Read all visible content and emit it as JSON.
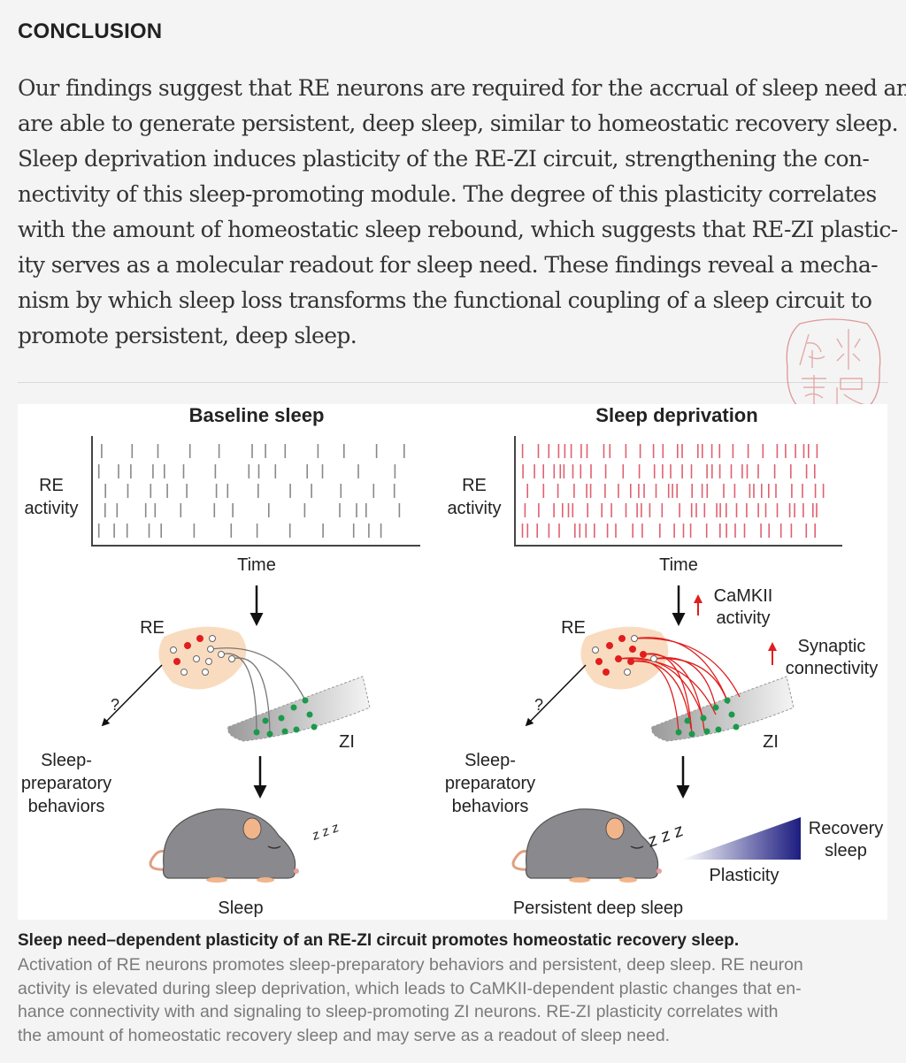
{
  "heading": "CONCLUSION",
  "paragraph_lines": [
    "Our findings suggest that RE neurons are required for the accrual of sleep need and",
    "are able to generate persistent, deep sleep, similar to homeostatic recovery sleep.",
    "Sleep deprivation induces plasticity of the RE-ZI circuit, strengthening the con-",
    "nectivity of this sleep-promoting module. The degree of this plasticity correlates",
    "with the amount of homeostatic sleep rebound, which suggests that RE-ZI plastic-",
    "ity serves as a molecular readout for sleep need. These findings reveal a mecha-",
    "nism by which sleep loss transforms the functional coupling of a sleep circuit to",
    "promote persistent, deep sleep."
  ],
  "figure": {
    "left": {
      "title": "Baseline sleep",
      "ylabel": [
        "RE",
        "activity"
      ],
      "xlabel": "Time",
      "re_label": "RE",
      "zi_label": "ZI",
      "question": "?",
      "behaviors": [
        "Sleep-",
        "preparatory",
        "behaviors"
      ],
      "zzz": "z z z",
      "outcome": "Sleep",
      "spike_color": "#888888"
    },
    "right": {
      "title": "Sleep deprivation",
      "ylabel": [
        "RE",
        "activity"
      ],
      "xlabel": "Time",
      "re_label": "RE",
      "zi_label": "ZI",
      "question": "?",
      "behaviors": [
        "Sleep-",
        "preparatory",
        "behaviors"
      ],
      "camkii": [
        "CaMKII",
        "activity"
      ],
      "synaptic": [
        "Synaptic",
        "connectivity"
      ],
      "recovery": [
        "Recovery",
        "sleep"
      ],
      "plasticity": "Plasticity",
      "zzz": "z z z",
      "outcome": "Persistent deep sleep",
      "spike_color": "#e06070"
    },
    "colors": {
      "re_region": "#f9dcc0",
      "red": "#e01e1e",
      "green": "#1a9a4a",
      "navy": "#1c1c80",
      "mouse": "#8a8a8e"
    }
  },
  "caption": {
    "title": "Sleep need–dependent plasticity of an RE-ZI circuit promotes homeostatic recovery sleep.",
    "lines": [
      "Activation of RE neurons promotes sleep-preparatory behaviors and persistent, deep sleep. RE neuron",
      "activity is elevated during sleep deprivation, which leads to CaMKII-dependent plastic changes that en-",
      "hance connectivity with and signaling to sleep-promoting ZI neurons. RE-ZI plasticity correlates with",
      "the amount of homeostatic recovery sleep and may serve as a readout of sleep need."
    ]
  }
}
